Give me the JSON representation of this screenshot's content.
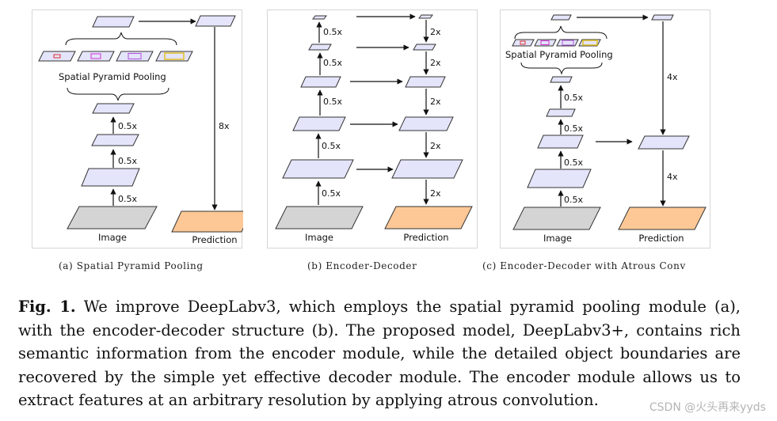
{
  "panel_a": {
    "spp_label": "Spatial Pyramid Pooling",
    "scale_labels": [
      "0.5x",
      "0.5x",
      "0.5x"
    ],
    "upsample_label": "8x",
    "image_label": "Image",
    "prediction_label": "Prediction"
  },
  "panel_b": {
    "encoder_labels": [
      "0.5x",
      "0.5x",
      "0.5x",
      "0.5x",
      "0.5x"
    ],
    "decoder_labels": [
      "2x",
      "2x",
      "2x",
      "2x",
      "2x"
    ],
    "image_label": "Image",
    "prediction_label": "Prediction"
  },
  "panel_c": {
    "spp_label": "Spatial Pyramid Pooling",
    "scale_labels": [
      "0.5x",
      "0.5x",
      "0.5x",
      "0.5x"
    ],
    "upsample_labels": [
      "4x",
      "4x"
    ],
    "image_label": "Image",
    "prediction_label": "Prediction"
  },
  "subcaptions": {
    "a": "(a) Spatial Pyramid Pooling",
    "b": "(b) Encoder-Decoder",
    "c": "(c) Encoder-Decoder with Atrous Conv"
  },
  "caption": {
    "label": "Fig. 1.",
    "text": " We improve DeepLabv3, which employs the spatial pyramid pooling module (a), with the encoder-decoder structure (b). The proposed model, DeepLabv3+, contains rich semantic information from the encoder module, while the detailed object boundaries are recovered by the simple yet effective decoder module. The encoder module allows us to extract features at an arbitrary resolution by applying atrous convolution."
  },
  "watermark": "CSDN @火头再来yyds",
  "colors": {
    "feature_fill": "#e4e4fb",
    "image_fill": "#d4d4d4",
    "prediction_fill": "#fdc896",
    "outline": "#333333",
    "pool_red": "#e03030",
    "pool_magenta": "#d030d0",
    "pool_purple": "#b050e0",
    "pool_yellow": "#e0c020"
  }
}
